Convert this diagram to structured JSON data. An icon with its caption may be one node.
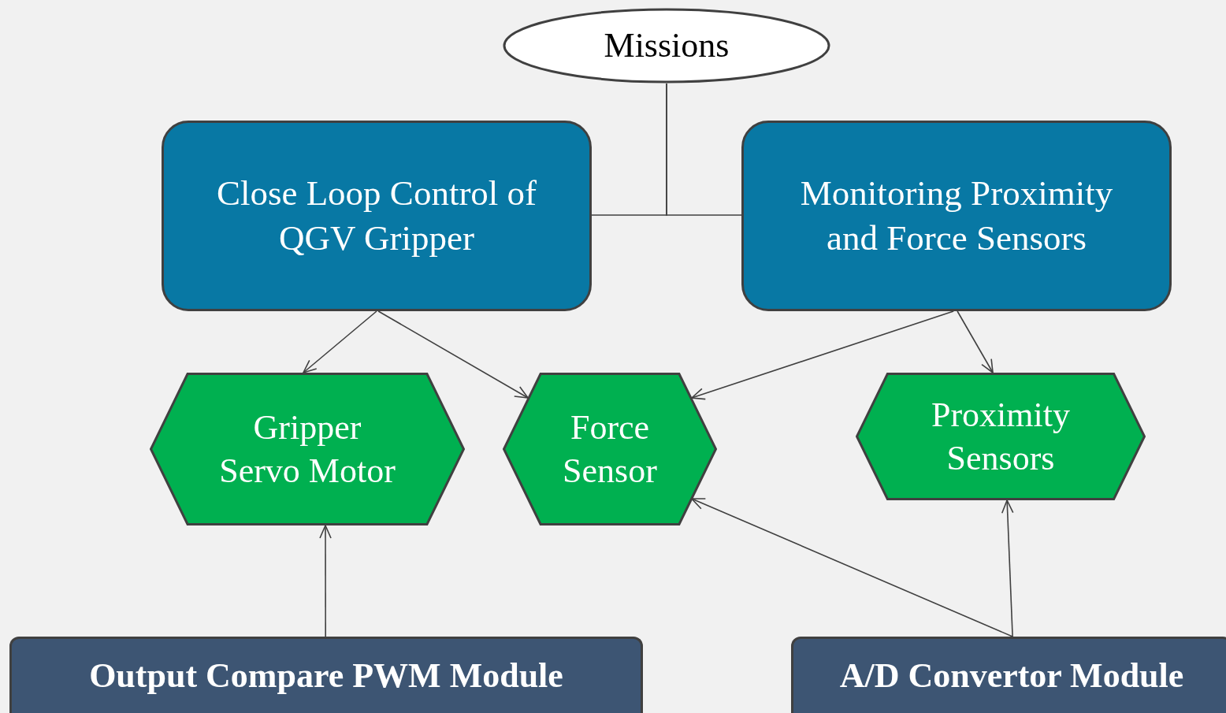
{
  "diagram": {
    "nodes": [
      {
        "text": [
          "Missions"
        ]
      },
      {
        "text": [
          "Close Loop Control of QGV Gripper"
        ]
      },
      {
        "text": [
          "Monitoring Proximity and Force Sensors"
        ]
      },
      {
        "text": [
          "Gripper Servo Motor"
        ]
      },
      {
        "text": [
          "Force Sensor"
        ]
      },
      {
        "text": [
          "Proximity Sensors"
        ]
      },
      {
        "text": [
          "Output Compare PWM Module"
        ]
      },
      {
        "text": [
          "A/D Convertor Module"
        ]
      }
    ],
    "edges": [
      {
        "from": 0,
        "to": 1,
        "arrow": "none"
      },
      {
        "from": 0,
        "to": 2,
        "arrow": "none"
      },
      {
        "from": 1,
        "to": 3,
        "arrow": "to"
      },
      {
        "from": 1,
        "to": 4,
        "arrow": "to"
      },
      {
        "from": 2,
        "to": 4,
        "arrow": "to"
      },
      {
        "from": 2,
        "to": 5,
        "arrow": "to"
      },
      {
        "from": 6,
        "to": 3,
        "arrow": "to"
      },
      {
        "from": 7,
        "to": 4,
        "arrow": "to"
      },
      {
        "from": 7,
        "to": 5,
        "arrow": "to"
      }
    ]
  }
}
